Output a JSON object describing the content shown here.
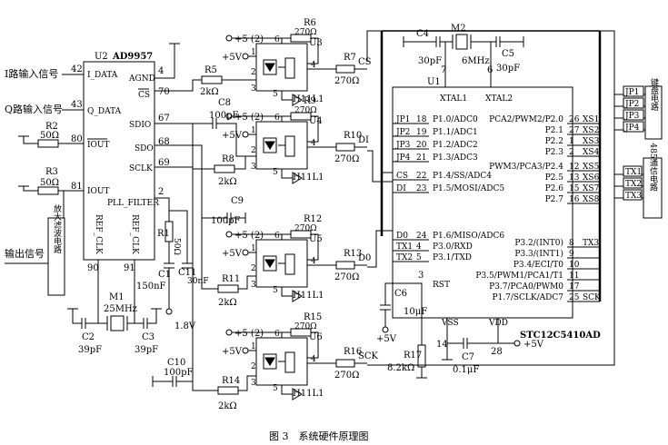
{
  "caption": "图 3　系统硬件原理图",
  "inputs": {
    "i_signal": "I路输入信号",
    "q_signal": "Q路输入信号",
    "output_signal": "输出信号"
  },
  "filter_box": "放大滤波电路",
  "keyboard_box": "键盘电路",
  "rs485_box": "485通信电路",
  "ad9957": {
    "ref": "U2",
    "name": "AD9957",
    "pins": [
      {
        "num": "42",
        "label": "I_DATA"
      },
      {
        "num": "43",
        "label": "Q_DATA"
      },
      {
        "num": "80",
        "label": "IOUT"
      },
      {
        "num": "81",
        "label": "IOUT"
      },
      {
        "num": "4",
        "label": "AGND"
      },
      {
        "num": "70",
        "label": "CS"
      },
      {
        "num": "67",
        "label": "SDIO"
      },
      {
        "num": "68",
        "label": "SDO"
      },
      {
        "num": "69",
        "label": "SCLK"
      },
      {
        "num": "2",
        "label": "PLL_FILTER"
      },
      {
        "num": "90",
        "label": "REF_CLK"
      },
      {
        "num": "91",
        "label": "REF_CLK"
      }
    ]
  },
  "mcu": {
    "ref": "U1",
    "name": "STC12C5410AD",
    "xtal1": "XTAL1",
    "xtal2": "XTAL2",
    "xtal_pins": [
      "7",
      "6"
    ],
    "left_pins": [
      {
        "net": "JP1",
        "num": "18",
        "label": "P1.0/ADC0"
      },
      {
        "net": "JP2",
        "num": "19",
        "label": "P1.1/ADC1"
      },
      {
        "net": "JP3",
        "num": "20",
        "label": "P1.2/ADC2"
      },
      {
        "net": "JP4",
        "num": "21",
        "label": "P1.3/ADC3"
      },
      {
        "net": "CS",
        "num": "22",
        "label": "P1.4/SS/ADC4"
      },
      {
        "net": "DI",
        "num": "23",
        "label": "P1.5/MOSI/ADC5"
      },
      {
        "net": "D0",
        "num": "24",
        "label": "P1.6/MISO/ADC6"
      },
      {
        "net": "TX1",
        "num": "4",
        "label": "P3.0/RXD"
      },
      {
        "net": "TX2",
        "num": "5",
        "label": "P3.1/TXD"
      }
    ],
    "rst_pin": {
      "num": "3",
      "label": "RST"
    },
    "right_pins": [
      {
        "label": "PCA2/PWM2/P2.0",
        "num": "26",
        "net": "XS1"
      },
      {
        "label": "P2.1",
        "num": "27",
        "net": "XS2"
      },
      {
        "label": "P2.2",
        "num": "1",
        "net": "XS3"
      },
      {
        "label": "P2.3",
        "num": "2",
        "net": "XS4"
      },
      {
        "label": "PWM3/PCA3/P2.4",
        "num": "12",
        "net": "XS5"
      },
      {
        "label": "P2.5",
        "num": "13",
        "net": "XS6"
      },
      {
        "label": "P2.6",
        "num": "15",
        "net": "XS7"
      },
      {
        "label": "P2.7",
        "num": "16",
        "net": "XS8"
      },
      {
        "label": "P3.2/(INT0)",
        "num": "8",
        "net": "TX3"
      },
      {
        "label": "P3.3/(INT1)",
        "num": "9",
        "net": ""
      },
      {
        "label": "P3.4/ECI/T0",
        "num": "10",
        "net": ""
      },
      {
        "label": "P3.5/PWM1/PCA1/T1",
        "num": "11",
        "net": ""
      },
      {
        "label": "P3.7/PCA0/PWM0",
        "num": "17",
        "net": ""
      },
      {
        "label": "P1.7/SCLK/ADC7",
        "num": "25",
        "net": "SCK"
      }
    ],
    "vss": {
      "label": "VSS",
      "num": "14"
    },
    "vdd": {
      "label": "VDD",
      "num": "28"
    }
  },
  "jp_nets": [
    "JP1",
    "JP2",
    "JP3",
    "JP4"
  ],
  "tx_nets": [
    "TX1",
    "TX2",
    "TX3"
  ],
  "optos": [
    {
      "ref": "U3",
      "part": "H11L1",
      "supply": "+5 (2)",
      "vplus": "+5V",
      "out": "CS",
      "r_top": "R6",
      "r_top_val": "270Ω",
      "r_out": "R7",
      "r_out_val": "270Ω",
      "r_in": "R5",
      "r_in_val": "2kΩ"
    },
    {
      "ref": "U4",
      "part": "H11L1",
      "supply": "+5 (2)",
      "vplus": "+5V",
      "out": "DI",
      "r_top": "R9",
      "r_top_val": "270Ω",
      "r_out": "R10",
      "r_out_val": "270Ω",
      "r_in": "R8",
      "r_in_val": "2kΩ"
    },
    {
      "ref": "U5",
      "part": "H11L1",
      "supply": "+5 (2)",
      "vplus": "+5V",
      "out": "D0",
      "r_top": "R12",
      "r_top_val": "270Ω",
      "r_out": "R13",
      "r_out_val": "270Ω",
      "r_in": "R11",
      "r_in_val": "2kΩ"
    },
    {
      "ref": "U6",
      "part": "H11L1",
      "supply": "+5 (2)",
      "vplus": "+5V",
      "out": "SCK",
      "r_top": "R15",
      "r_top_val": "270Ω",
      "r_out": "R16",
      "r_out_val": "270Ω",
      "r_in": "R14",
      "r_in_val": "2kΩ"
    }
  ],
  "opto_pin_nums": [
    "1",
    "2",
    "3",
    "4",
    "5",
    "6"
  ],
  "components": {
    "r2": "R2",
    "r2_val": "50Ω",
    "r3": "R3",
    "r3_val": "50Ω",
    "r1": "R1",
    "r1_val": "50Ω",
    "c1": "C1",
    "c1_val": "150nF",
    "c11": "C11",
    "c11_val": "30nF",
    "v18": "1.8V",
    "m1": "M1",
    "m1_val": "25MHz",
    "c2": "C2",
    "c2_val": "39pF",
    "c3": "C3",
    "c3_val": "39pF",
    "c8": "C8",
    "c8_val": "100pF",
    "c9": "C9",
    "c9_val": "100pF",
    "c10": "C10",
    "c10_val": "100pF",
    "c4": "C4",
    "c4_val": "30pF",
    "c5": "C5",
    "c5_val": "30pF",
    "m2": "M2",
    "m2_val": "6MHz",
    "c6": "C6",
    "c6_val": "10μF",
    "c6_plus": "+5V",
    "r17": "R17",
    "r17_val": "8.2kΩ",
    "c7": "C7",
    "c7_val": "0.1μF",
    "vdd_supply": "+5V"
  }
}
